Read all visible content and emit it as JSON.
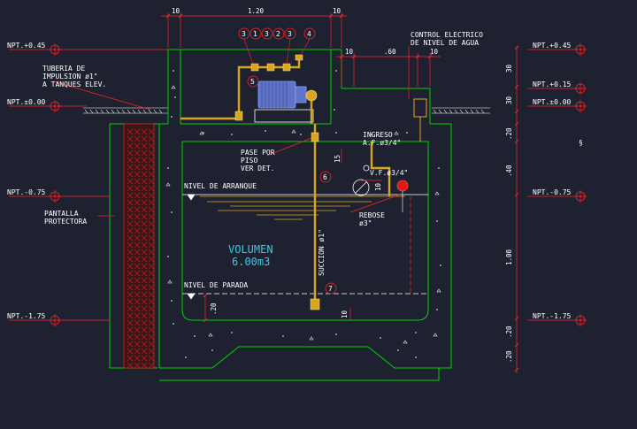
{
  "levels_left": [
    "NPT.+0.45",
    "NPT.±0.00",
    "NPT.-0.75",
    "NPT.-1.75"
  ],
  "levels_right": [
    "NPT.+0.45",
    "NPT.+0.15",
    "NPT.±0.00",
    "NPT.-0.75",
    "NPT.-1.75"
  ],
  "labels": {
    "tuberia": [
      "TUBERIA DE",
      "IMPULSION ø1\"",
      "A TANQUES ELEV."
    ],
    "pantalla": [
      "PANTALLA",
      "PROTECTORA"
    ],
    "control": [
      "CONTROL ELECTRICO",
      "DE NIVEL DE AGUA"
    ],
    "ingreso": [
      "INGRESO",
      "A.F.ø3/4\""
    ],
    "pase": [
      "PASE POR",
      "PISO",
      "VER DET."
    ],
    "nivel_arranque": "NIVEL DE ARRANQUE",
    "nivel_parada": "NIVEL DE PARADA",
    "vf": "V.F.ø3/4\"",
    "rebose": [
      "REBOSE",
      "ø3\""
    ],
    "succion": "SUCCION ø1\"",
    "volumen_title": "VOLUMEN",
    "volumen_value": "6.00m3"
  },
  "dims_top": {
    "a": "10",
    "b": "1.20",
    "c": "10",
    "d": "10",
    "e": ".60",
    "f": "10"
  },
  "dims_right": {
    "d30a": "30",
    "d30b": "30",
    "d20a": ".20",
    "d40": ".40",
    "d100": "1.00",
    "d20b": ".20",
    "d20c": ".20"
  },
  "dims_inner": {
    "d15": "15",
    "d10a": "10",
    "d20": ".20",
    "d10b": "10"
  },
  "callouts_top": [
    "3",
    "1",
    "3",
    "2",
    "3",
    "4"
  ],
  "callouts": {
    "c5": "5",
    "c6": "6",
    "c7": "7"
  },
  "colors": {
    "background": "#1e2230",
    "wall": "#00d400",
    "dimension": "#ff2020",
    "water": "#d9a520",
    "label": "#ffffff",
    "volume_text": "#39c8e6",
    "pump": "#5f74c8",
    "pipe": "#d9a520"
  }
}
